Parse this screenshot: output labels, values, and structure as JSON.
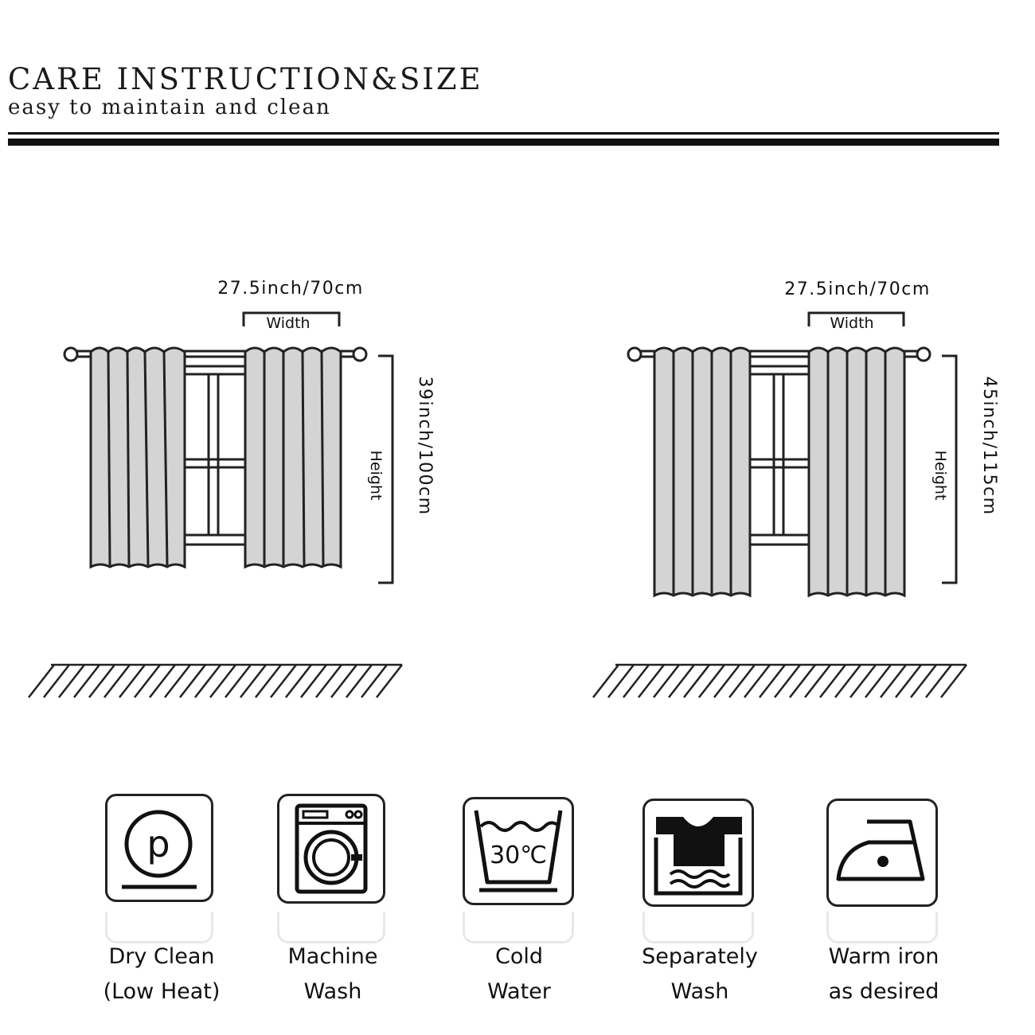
{
  "header": {
    "title": "CARE INSTRUCTION&SIZE",
    "subtitle": "easy to maintain and clean"
  },
  "diagrams": [
    {
      "width_value": "27.5inch/70cm",
      "width_label": "Width",
      "height_value": "39inch/100cm",
      "height_label": "Height"
    },
    {
      "width_value": "27.5inch/70cm",
      "width_label": "Width",
      "height_value": "45inch/115cm",
      "height_label": "Height"
    }
  ],
  "care": [
    {
      "icon": "dry-clean-icon",
      "line1": "Dry Clean",
      "line2": "(Low Heat)"
    },
    {
      "icon": "washing-machine-icon",
      "line1": "Machine",
      "line2": "Wash"
    },
    {
      "icon": "cold-water-basin-icon",
      "line1": "Cold",
      "line2": "Water",
      "temp": "30℃"
    },
    {
      "icon": "separate-wash-icon",
      "line1": "Separately",
      "line2": "Wash"
    },
    {
      "icon": "iron-icon",
      "line1": "Warm iron",
      "line2": "as desired"
    }
  ],
  "colors": {
    "ink": "#111111",
    "curtain": "#d4d4d4"
  }
}
